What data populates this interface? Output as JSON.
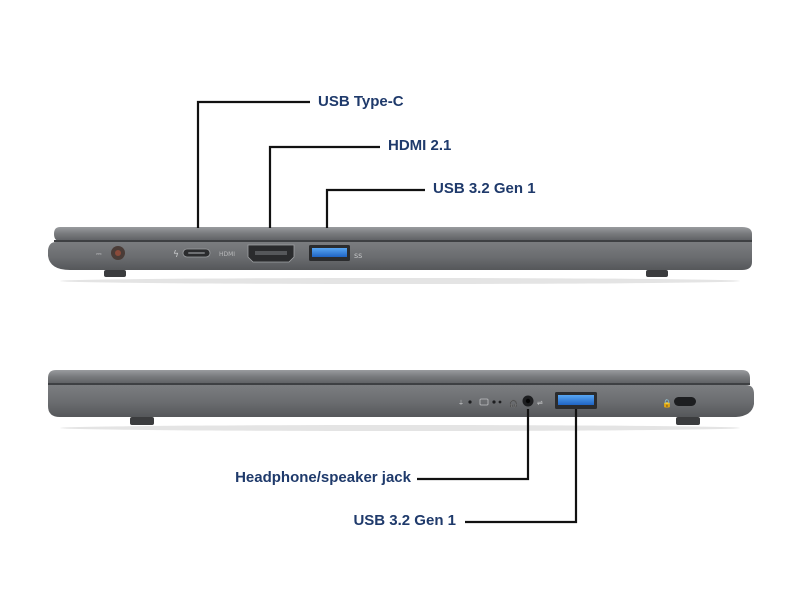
{
  "callouts": {
    "left_side": {
      "usb_type_c": "USB Type-C",
      "hdmi": "HDMI 2.1",
      "usb_a": "USB 3.2 Gen 1"
    },
    "right_side": {
      "headphone_jack": "Headphone/speaker jack",
      "usb_a": "USB 3.2 Gen 1"
    }
  },
  "colors": {
    "label_text": "#1f3a6b",
    "leader_line": "#111111",
    "laptop_body": "#6f7174",
    "laptop_lid": "#8a8c8f",
    "usb_port_accent": "#2f7bd6"
  }
}
